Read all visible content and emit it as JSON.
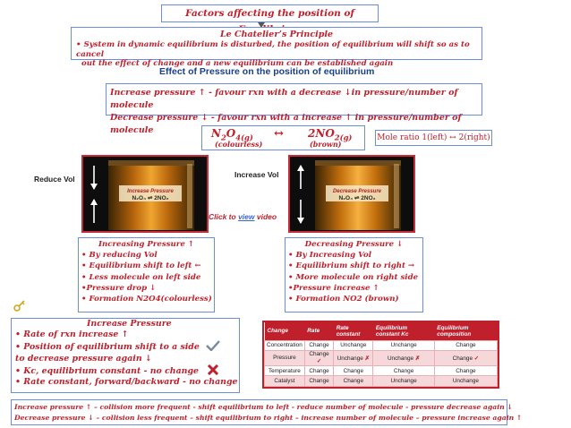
{
  "title": "Factors affecting the position of Equilibrium",
  "le_chatelier": {
    "heading": "Le Chatelier’s Principle",
    "line1": "• System in dynamic equilibrium is disturbed, the position of equilibrium will shift so as to cancel",
    "line2": "out the effect of change and a new equilibrium can be established again"
  },
  "effect_heading": "Effect of Pressure on the position of equilibrium",
  "pressure_rules": {
    "increase": "Increase  pressure ↑  - favour rxn with a decrease ↓in pressure/number of molecule",
    "decrease": "Decrease pressure ↓  - favour rxn with a increase ↑ in pressure/number of molecule"
  },
  "equation": {
    "left": "N2O4(g)",
    "arrow": "↔",
    "right": "2NO2(g)",
    "left_colour": "(colourless)",
    "right_colour": "(brown)"
  },
  "mole_ratio": "Mole ratio  1(left) ↔ 2(right)",
  "labels": {
    "reduce_vol": "Reduce Vol",
    "increase_vol": "Increase  Vol",
    "click_pre": "Click to ",
    "click_link": "view",
    "click_post": " video"
  },
  "increasing_pressure": {
    "heading": "Increasing Pressure ↑",
    "items": [
      "• By reducing Vol",
      "• Equilibrium shift to left ←",
      "• Less molecule on left side",
      "•Pressure drop ↓",
      "• Formation N2O4(colourless)"
    ]
  },
  "decreasing_pressure": {
    "heading": "Decreasing Pressure ↓",
    "items": [
      "• By Increasing Vol",
      "• Equilibrium shift to right →",
      "• More molecule on right side",
      "•Pressure increase ↑",
      "• Formation NO2 (brown)"
    ]
  },
  "increase_pressure_summary": {
    "heading": "Increase Pressure",
    "items": [
      "•  Rate of rxn increase ↑",
      "•  Position of equilibrium shift to a side",
      "   to decrease pressure again ↓",
      "•  Kc, equilibrium constant - no change",
      "•  Rate constant, forward/backward - no change"
    ]
  },
  "table": {
    "headers": [
      "Change",
      "Rate",
      "Rate constant",
      "Equilibrium constant Kc",
      "Equilibrium composition"
    ],
    "rows": [
      [
        "Concentration",
        "Change",
        "Unchange",
        "Unchange",
        "Change"
      ],
      [
        "Pressure",
        "Change",
        "Unchange",
        "Unchange",
        "Change"
      ],
      [
        "Temperature",
        "Change",
        "Change",
        "Change",
        "Change"
      ],
      [
        "Catalyst",
        "Change",
        "Change",
        "Unchange",
        "Unchange"
      ]
    ]
  },
  "bottom": {
    "line1": "Increase  pressure  ↑  – collision more frequent - shift  equilibrium to left -  reduce number of molecule - pressure decrease again ↓",
    "line2": "Decrease pressure ↓ – collision less frequent – shift  equilibrium to right – increase number of molecule – pressure increase again ↑"
  },
  "colors": {
    "accent_red": "#c0202c",
    "box_border": "#6a8fd8",
    "heading_blue": "#1a3f8f",
    "link_blue": "#3a66d6"
  }
}
